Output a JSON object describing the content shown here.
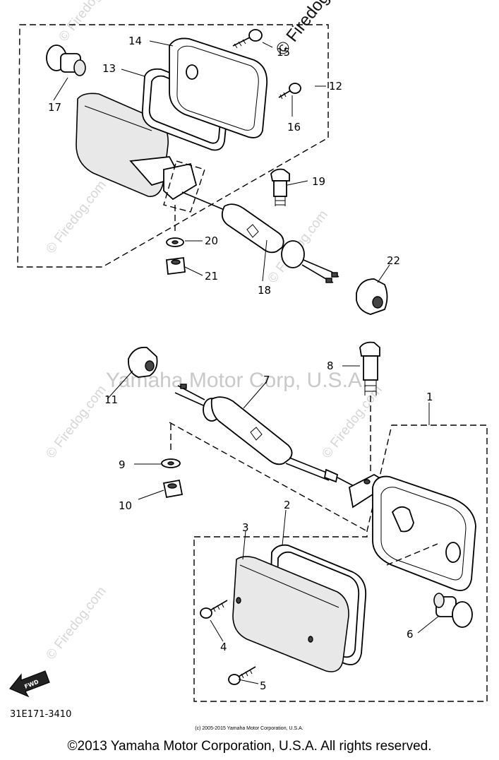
{
  "watermarks": {
    "main": "Yamaha Motor Corp, U.S.A.",
    "site": "© Firedog.com",
    "corner": "© Firedog"
  },
  "callouts": [
    {
      "id": "1",
      "label": "1"
    },
    {
      "id": "2",
      "label": "2"
    },
    {
      "id": "3",
      "label": "3"
    },
    {
      "id": "4",
      "label": "4"
    },
    {
      "id": "5",
      "label": "5"
    },
    {
      "id": "6",
      "label": "6"
    },
    {
      "id": "7",
      "label": "7"
    },
    {
      "id": "8",
      "label": "8"
    },
    {
      "id": "9",
      "label": "9"
    },
    {
      "id": "10",
      "label": "10"
    },
    {
      "id": "11",
      "label": "11"
    },
    {
      "id": "12",
      "label": "12"
    },
    {
      "id": "13",
      "label": "13"
    },
    {
      "id": "14",
      "label": "14"
    },
    {
      "id": "15",
      "label": "15"
    },
    {
      "id": "16",
      "label": "16"
    },
    {
      "id": "17",
      "label": "17"
    },
    {
      "id": "18",
      "label": "18"
    },
    {
      "id": "19",
      "label": "19"
    },
    {
      "id": "20",
      "label": "20"
    },
    {
      "id": "21",
      "label": "21"
    },
    {
      "id": "22",
      "label": "22"
    }
  ],
  "fwd_label": "FWD",
  "diagram_number": "31E171-3410",
  "copyright_small": "(c) 2005-2015 Yamaha Motor Corporation, U.S.A.",
  "copyright_footer": "©2013 Yamaha Motor Corporation, U.S.A. All rights reserved."
}
